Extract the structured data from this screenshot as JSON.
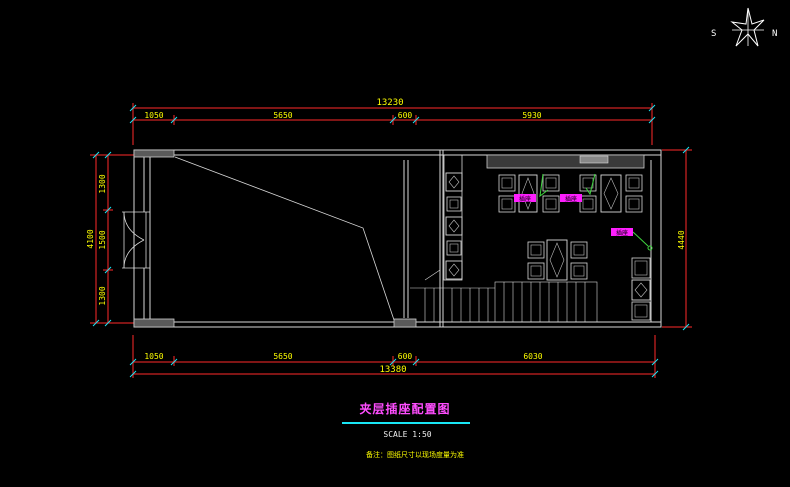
{
  "compass": {
    "south": "S",
    "north": "N"
  },
  "dims_top": {
    "total": "13230",
    "segments": [
      "1050",
      "5650",
      "600",
      "5930"
    ]
  },
  "dims_bottom": {
    "total": "13380",
    "segments": [
      "1050",
      "5650",
      "600",
      "6030"
    ]
  },
  "dims_left": {
    "total": "4100",
    "segments": [
      "1300",
      "1500",
      "1300"
    ]
  },
  "dims_right": {
    "total": "4440"
  },
  "socket_labels": [
    "插座",
    "插座",
    "插座"
  ],
  "title": "夹层插座配置图",
  "scale": "SCALE 1:50",
  "note": "备注：图纸尺寸以现场度量为准"
}
